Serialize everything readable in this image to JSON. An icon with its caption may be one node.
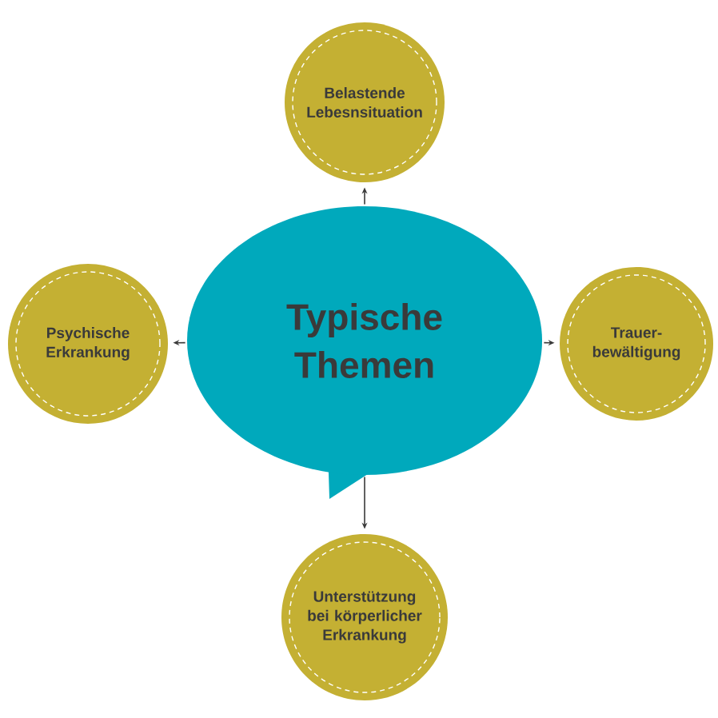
{
  "diagram": {
    "nodes": [
      {
        "text": [
          "Typische Themen"
        ]
      },
      {
        "text": [
          "Belastende Lebesnsituation"
        ]
      },
      {
        "text": [
          "Psychische Erkrankung"
        ]
      },
      {
        "text": [
          "Trauer- bewältigung"
        ]
      },
      {
        "text": [
          "Unterstützung bei körperlicher Erkrankung"
        ]
      }
    ],
    "edges": [
      {
        "from": 0,
        "to": 1,
        "arrow": "to"
      },
      {
        "from": 0,
        "to": 2,
        "arrow": "to"
      },
      {
        "from": 0,
        "to": 3,
        "arrow": "to"
      },
      {
        "from": 0,
        "to": 4,
        "arrow": "to"
      }
    ]
  }
}
